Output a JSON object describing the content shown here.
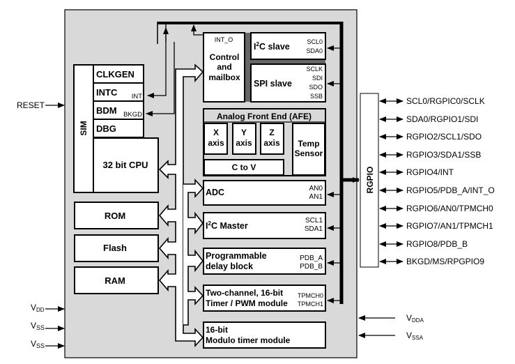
{
  "chip": {
    "sim": {
      "label": "SIM",
      "sub_blocks": [
        {
          "label": "CLKGEN",
          "pin": ""
        },
        {
          "label": "INTC",
          "pin": "INT"
        },
        {
          "label": "BDM",
          "pin": "BKGD"
        },
        {
          "label": "DBG",
          "pin": ""
        }
      ]
    },
    "cpu": {
      "label": "32 bit CPU"
    },
    "memories": [
      {
        "label": "ROM"
      },
      {
        "label": "Flash"
      },
      {
        "label": "RAM"
      }
    ],
    "control": {
      "pin": "INT_O",
      "line1": "Control",
      "line2": "and",
      "line3": "mailbox"
    },
    "i2c_slave": {
      "prefix": "I",
      "sup": "2",
      "suffix": "C slave",
      "pins": [
        "SCL0",
        "SDA0"
      ]
    },
    "spi_slave": {
      "label": "SPI slave",
      "pins": [
        "SCLK",
        "SDI",
        "SDO",
        "SSB"
      ]
    },
    "afe": {
      "title": "Analog Front End (AFE)",
      "axes": [
        {
          "line1": "X",
          "line2": "axis"
        },
        {
          "line1": "Y",
          "line2": "axis"
        },
        {
          "line1": "Z",
          "line2": "axis"
        }
      ],
      "temp": {
        "line1": "Temp",
        "line2": "Sensor"
      },
      "c_to_v": "C to V"
    },
    "adc": {
      "label": "ADC",
      "pins": [
        "AN0",
        "AN1"
      ]
    },
    "i2c_master": {
      "prefix": "I",
      "sup": "2",
      "suffix": "C Master",
      "pins": [
        "SCL1",
        "SDA1"
      ]
    },
    "pdb": {
      "line1": "Programmable",
      "line2": "delay block",
      "pins": [
        "PDB_A",
        "PDB_B"
      ]
    },
    "tpm": {
      "line1": "Two-channel, 16-bit",
      "line2": "Timer / PWM module",
      "pins": [
        "TPMCH0",
        "TPMCH1"
      ]
    },
    "mtim": {
      "line1": "16-bit",
      "line2": "Modulo timer module"
    },
    "rgpio": {
      "label": "RGPIO"
    }
  },
  "left_pins": {
    "reset": "RESET",
    "vdd": {
      "main": "V",
      "sub": "DD"
    },
    "vss1": {
      "main": "V",
      "sub": "SS"
    },
    "vss2": {
      "main": "V",
      "sub": "SS"
    }
  },
  "right_pins": [
    "SCL0/RGPIC0/SCLK",
    "SDA0/RGPIO1/SDI",
    "RGPIO2/SCL1/SDO",
    "RGPIO3/SDA1/SSB",
    "RGPIO4/INT",
    "RGPIO5/PDB_A/INT_O",
    "RGPIO6/AN0/TPMCH0",
    "RGPIO7/AN1/TPMCH1",
    "RGPIO8/PDB_B",
    "BKGD/MS/RPGPIO9"
  ],
  "analog_supply": {
    "vdda": {
      "main": "V",
      "sub": "DDA"
    },
    "vssa": {
      "main": "V",
      "sub": "SSA"
    }
  },
  "colors": {
    "chip_fill": "#d9d9d9",
    "block_fill": "#ffffff",
    "bus_fill": "#666666",
    "text": "#000000"
  }
}
